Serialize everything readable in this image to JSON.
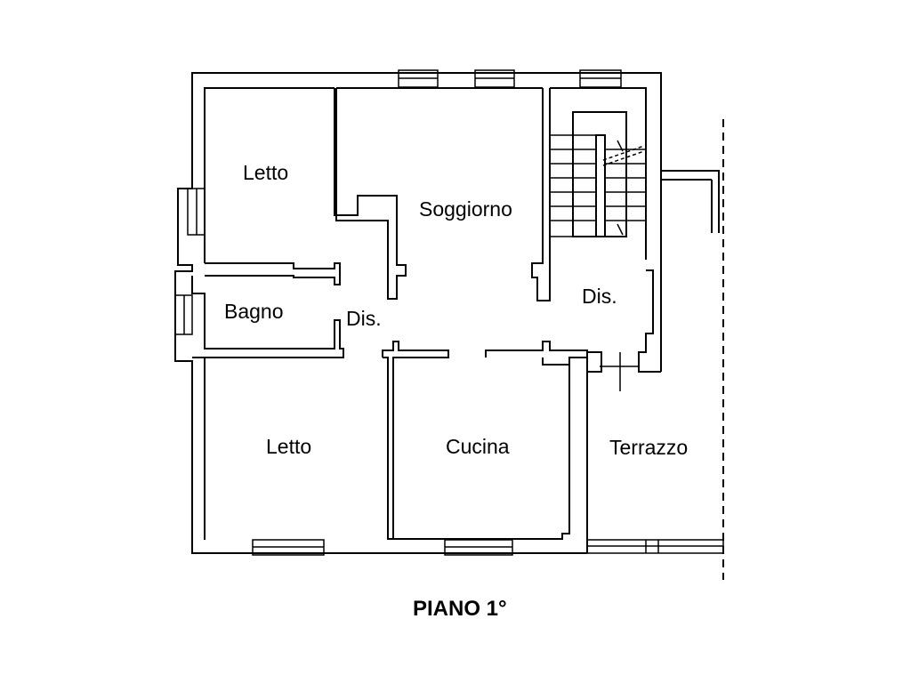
{
  "floor_plan": {
    "title": "PIANO 1°",
    "rooms": {
      "letto_top": "Letto",
      "soggiorno": "Soggiorno",
      "dis_stair": "Dis.",
      "bagno": "Bagno",
      "dis_center": "Dis.",
      "letto_bottom": "Letto",
      "cucina": "Cucina",
      "terrazzo": "Terrazzo"
    },
    "colors": {
      "line": "#000000",
      "background": "#ffffff"
    }
  }
}
